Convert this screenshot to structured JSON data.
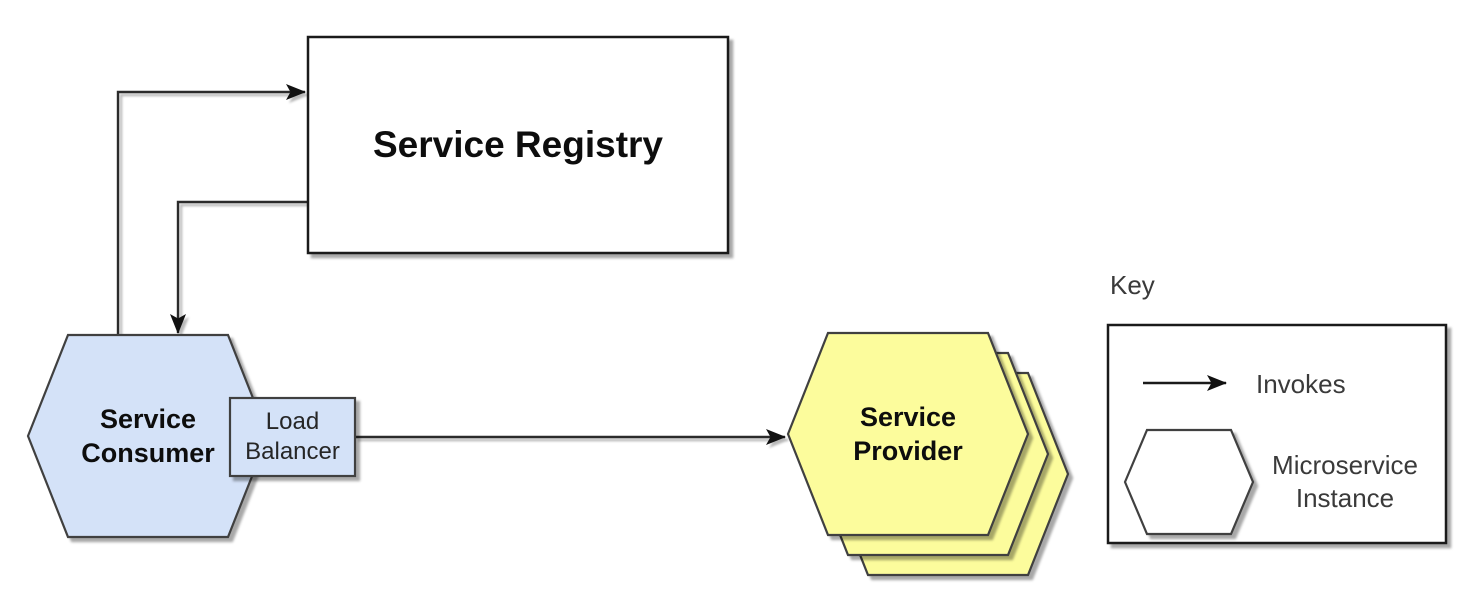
{
  "nodes": {
    "service_registry": {
      "label": "Service Registry"
    },
    "service_consumer": {
      "lines": [
        "Service",
        "Consumer"
      ]
    },
    "load_balancer": {
      "lines": [
        "Load",
        "Balancer"
      ]
    },
    "service_provider": {
      "lines": [
        "Service",
        "Provider"
      ],
      "instance_count": 3
    }
  },
  "connections": [
    {
      "from": "service_consumer",
      "to": "service_registry",
      "type": "invokes"
    },
    {
      "from": "service_registry",
      "to": "service_consumer",
      "type": "invokes"
    },
    {
      "from": "load_balancer",
      "to": "service_provider",
      "type": "invokes"
    }
  ],
  "legend": {
    "title": "Key",
    "items": [
      {
        "symbol": "arrow-icon",
        "label": "Invokes"
      },
      {
        "symbol": "hexagon-icon",
        "lines": [
          "Microservice",
          "Instance"
        ]
      }
    ]
  },
  "colors": {
    "consumer_fill": "#d4e2f8",
    "provider_fill": "#fcfc9c",
    "white_fill": "#ffffff",
    "shape_stroke": "#404040",
    "box_stroke": "#1a1a1a",
    "arrow_color": "#2b2b2b",
    "text_primary": "#0d0d0d",
    "text_secondary": "#3a3a3a"
  }
}
